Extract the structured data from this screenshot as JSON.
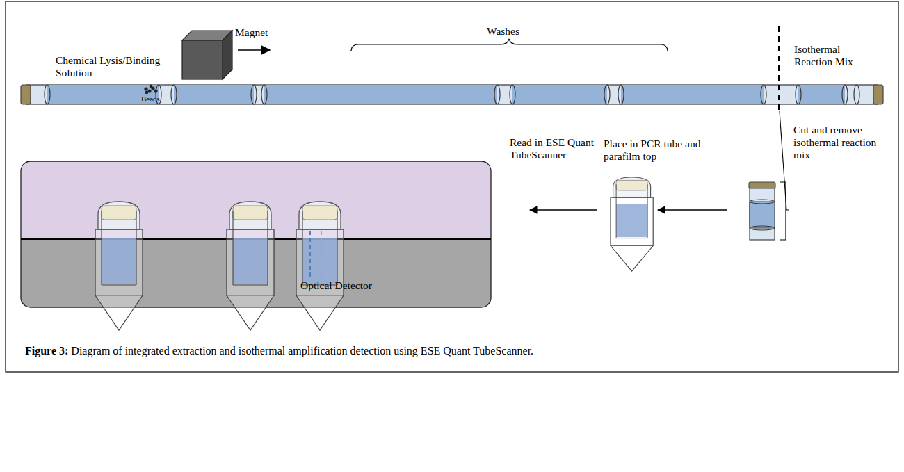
{
  "diagram": {
    "caption": "Figure 3: Diagram of integrated extraction and isothermal amplification detection using ESE Quant TubeScanner.",
    "nodes": [
      {
        "text": [
          "Optical Detector"
        ]
      }
    ],
    "labels": [
      "Chemical Lysis/Binding Solution",
      "Magnet",
      "Beads",
      "Washes",
      "Isothermal Reaction Mix",
      "Cut and remove isothermal reaction mix",
      "Place in PCR tube and parafilm top",
      "Read in ESE Quant TubeScanner"
    ]
  }
}
